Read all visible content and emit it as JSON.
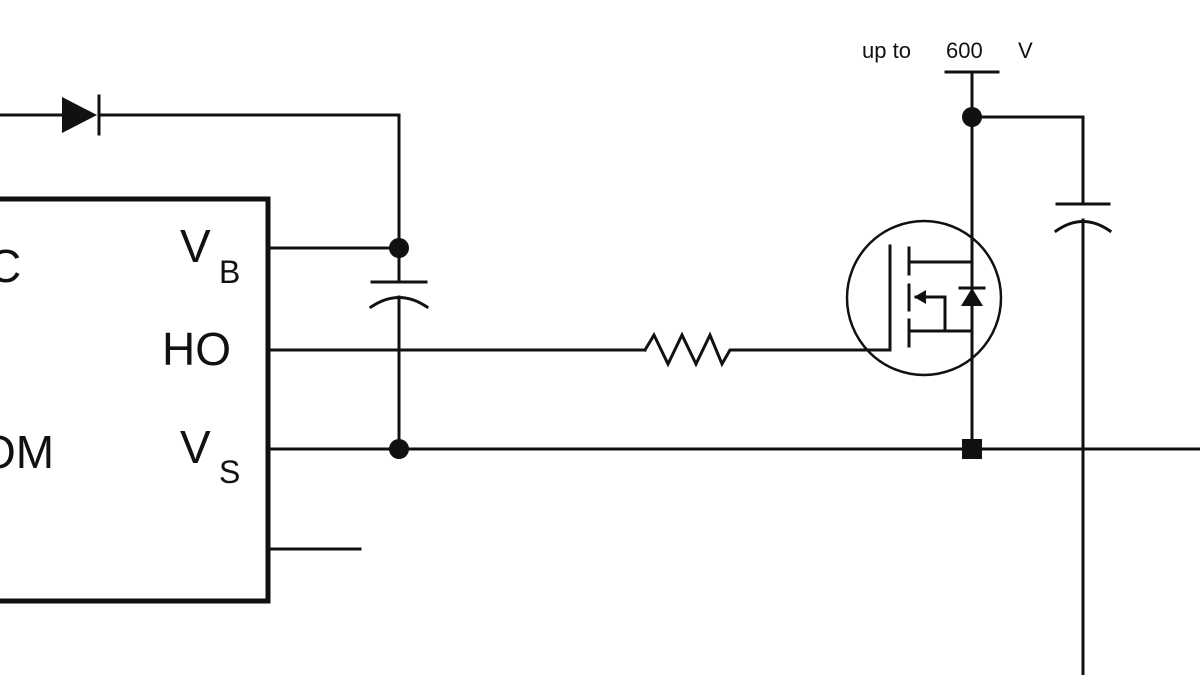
{
  "diagram": {
    "ic_left_partial_top": "C",
    "ic_left_partial_bottom": "OM",
    "pins": {
      "vb_main": "V",
      "vb_sub": "B",
      "ho": "HO",
      "vs_main": "V",
      "vs_sub": "S"
    },
    "supply_label": {
      "prefix": "up to",
      "value": "600",
      "unit": "V"
    }
  }
}
